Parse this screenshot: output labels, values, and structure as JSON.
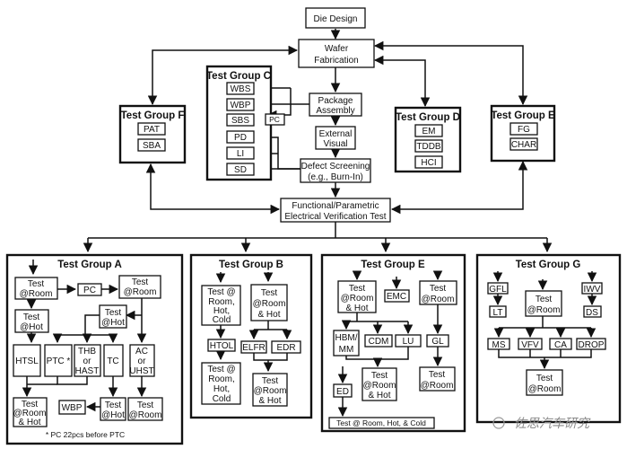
{
  "title": "Semiconductor qualification test flow",
  "flow": {
    "die_design": "Die Design",
    "wafer_fab": [
      "Wafer",
      "Fabrication"
    ],
    "package_assembly": [
      "Package",
      "Assembly"
    ],
    "external_visual": [
      "External",
      "Visual"
    ],
    "defect_screening": [
      "Defect Screening",
      "(e.g., Burn-In)"
    ],
    "functional_test": [
      "Functional/Parametric",
      "Electrical Verification Test"
    ]
  },
  "group_c": {
    "title": "Test Group C",
    "items": [
      "WBS",
      "WBP",
      "SBS",
      "PD",
      "LI",
      "SD"
    ],
    "pc": "PC"
  },
  "group_f": {
    "title": "Test Group F",
    "items": [
      "PAT",
      "SBA"
    ]
  },
  "group_d": {
    "title": "Test Group D",
    "items": [
      "EM",
      "TDDB",
      "HCI"
    ]
  },
  "group_e_top": {
    "title": "Test Group E",
    "items": [
      "FG",
      "CHAR"
    ]
  },
  "group_a": {
    "title": "Test Group A",
    "test_room_1": [
      "Test",
      "@Room"
    ],
    "pc": "PC",
    "test_room_2": [
      "Test",
      "@Room"
    ],
    "test_hot_1": [
      "Test",
      "@Hot"
    ],
    "test_hot_2": [
      "Test",
      "@Hot"
    ],
    "htsl": "HTSL",
    "ptc": "PTC *",
    "thb": [
      "THB",
      "or",
      "HAST"
    ],
    "tc": "TC",
    "ac": [
      "AC",
      "or",
      "UHST"
    ],
    "test_room_hot": [
      "Test",
      "@Room",
      "& Hot"
    ],
    "wbp": "WBP",
    "test_hot_3": [
      "Test",
      "@Hot"
    ],
    "test_room_3": [
      "Test",
      "@Room"
    ],
    "footnote": "* PC 22pcs before PTC"
  },
  "group_b": {
    "title": "Test Group B",
    "test_rhc_1": [
      "Test @",
      "Room,",
      "Hot,",
      "Cold"
    ],
    "test_rh_1": [
      "Test",
      "@Room",
      "& Hot"
    ],
    "htol": "HTOL",
    "elfr": "ELFR",
    "edr": "EDR",
    "test_rhc_2": [
      "Test @",
      "Room,",
      "Hot,",
      "Cold"
    ],
    "test_rh_2": [
      "Test",
      "@Room",
      "& Hot"
    ]
  },
  "group_e": {
    "title": "Test Group E",
    "test_rh_1": [
      "Test",
      "@Room",
      "& Hot"
    ],
    "emc": "EMC",
    "test_room_1": [
      "Test",
      "@Room"
    ],
    "hbm": [
      "HBM/",
      "MM"
    ],
    "cdm": "CDM",
    "lu": "LU",
    "gl": "GL",
    "ed": "ED",
    "test_rh_2": [
      "Test",
      "@Room",
      "& Hot"
    ],
    "test_room_2": [
      "Test",
      "@Room"
    ],
    "test_rhc": "Test @ Room, Hot, & Cold"
  },
  "group_g": {
    "title": "Test Group G",
    "gfl": "GFL",
    "lt": "LT",
    "test_room_1": [
      "Test",
      "@Room"
    ],
    "iwv": "IWV",
    "ds": "DS",
    "ms": "MS",
    "vfv": "VFV",
    "ca": "CA",
    "drop": "DROP",
    "test_room_2": [
      "Test",
      "@Room"
    ]
  },
  "watermark": "佐思汽车研究"
}
